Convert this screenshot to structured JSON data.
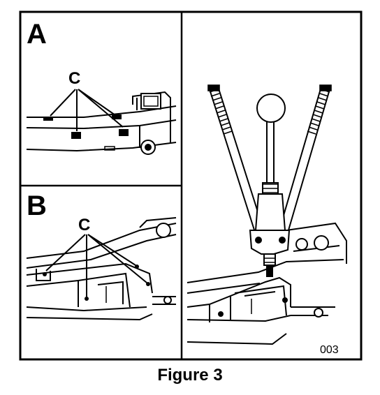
{
  "figure": {
    "caption": "Figure 3",
    "figure_code": "003"
  },
  "panels": {
    "a": {
      "letter": "A",
      "callout": "C"
    },
    "b": {
      "letter": "B",
      "callout": "C"
    }
  }
}
